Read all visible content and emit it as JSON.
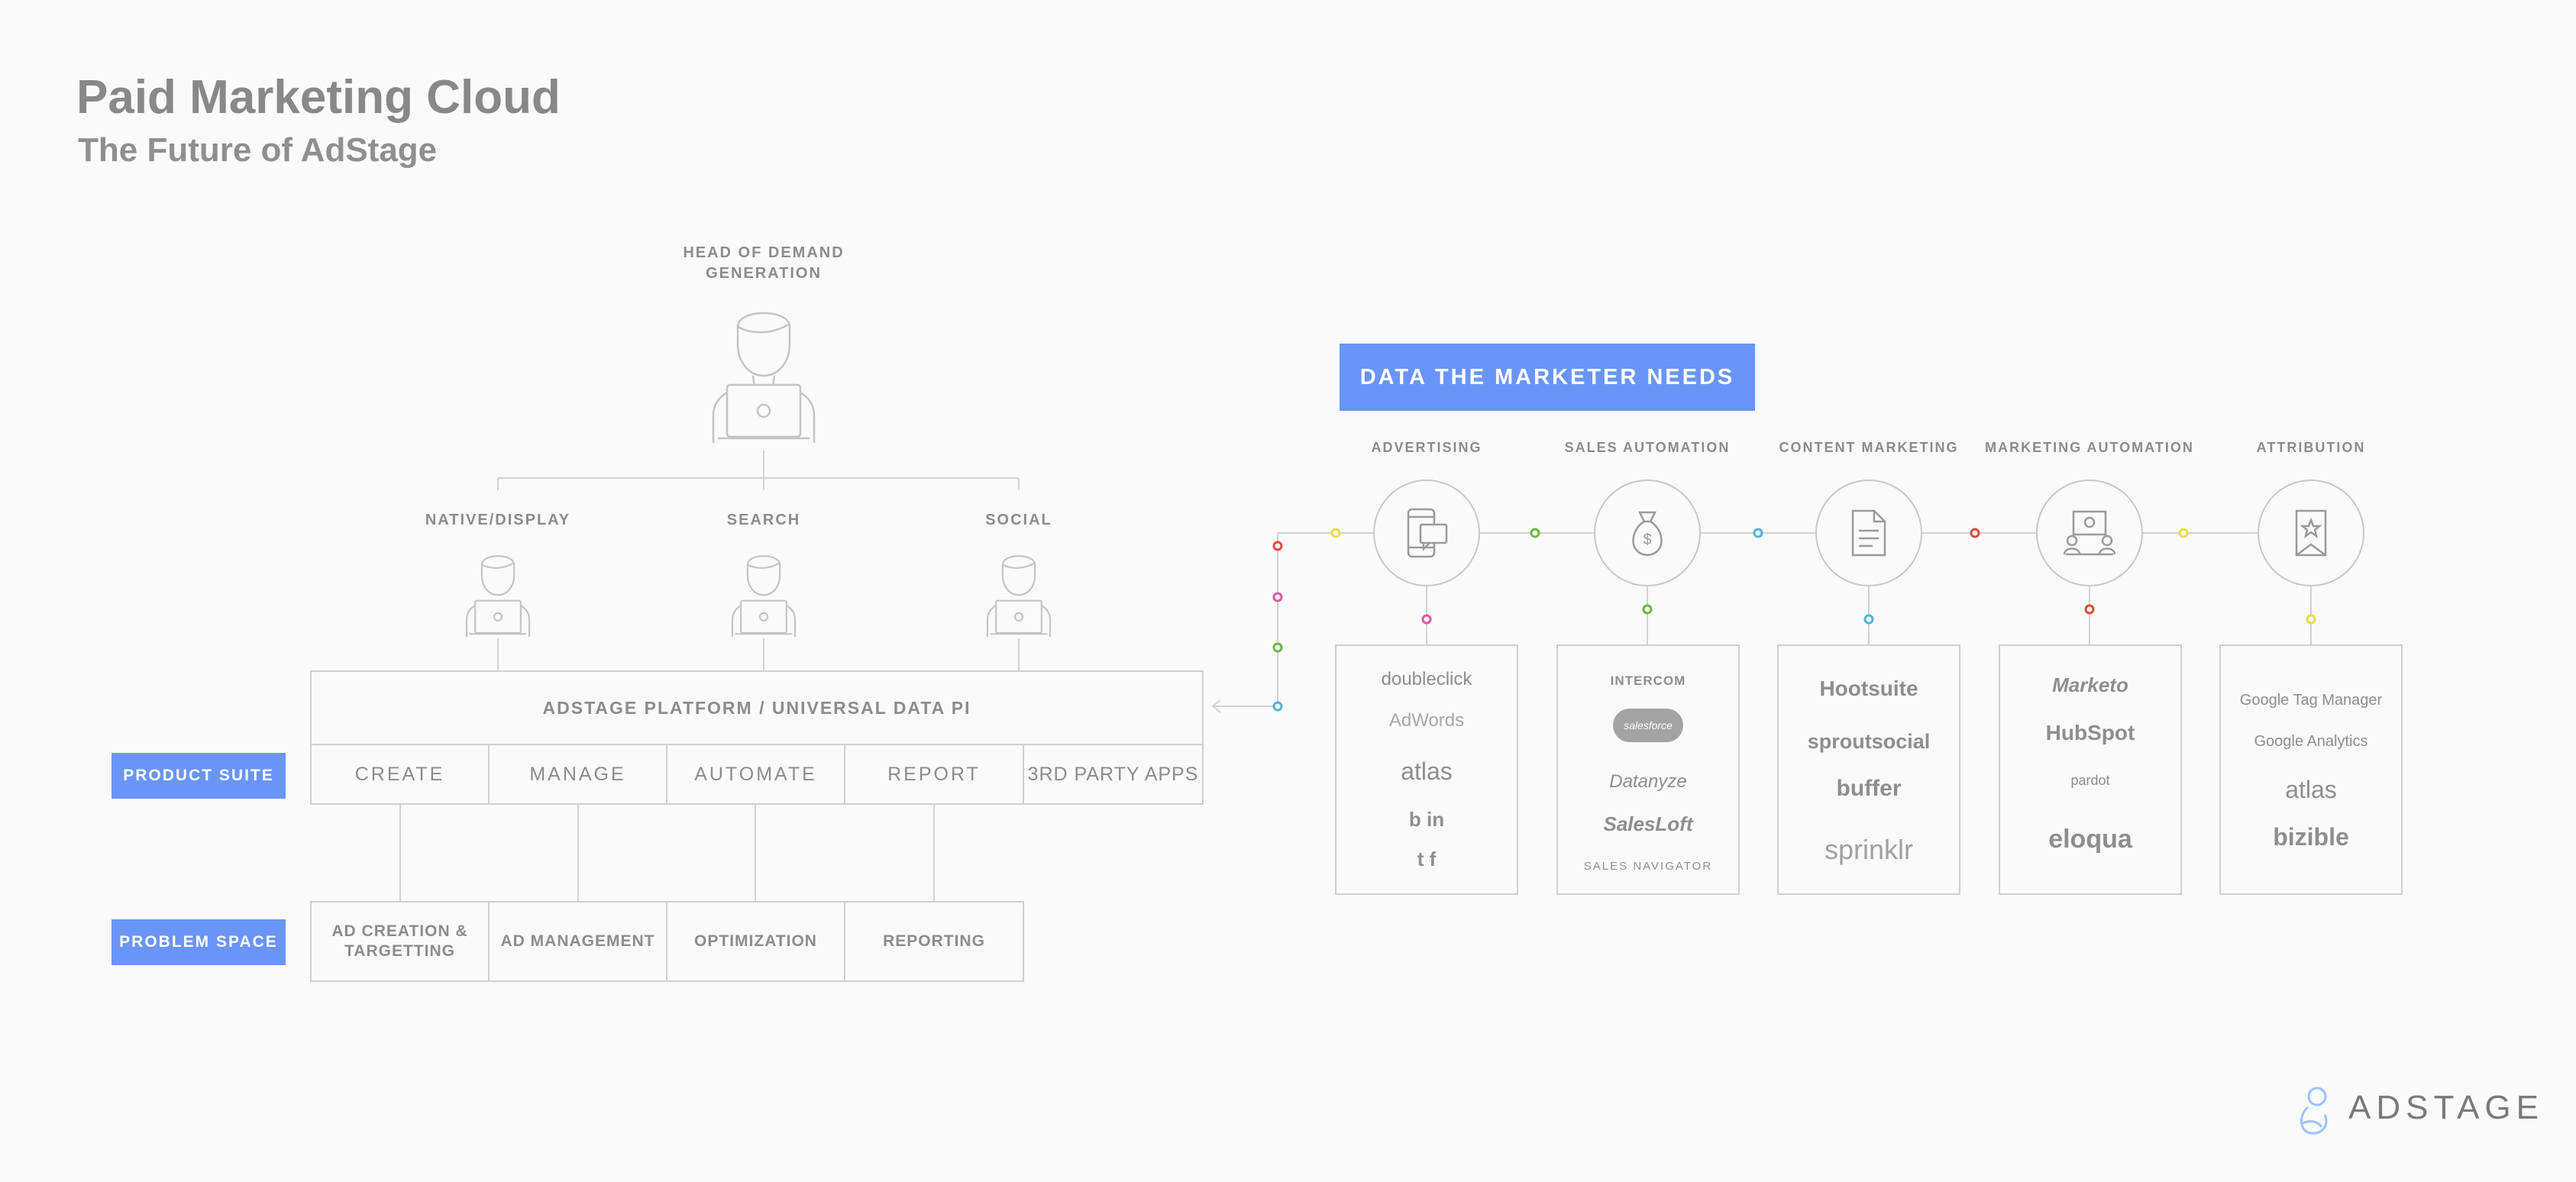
{
  "header": {
    "title": "Paid Marketing Cloud",
    "subtitle": "The Future of AdStage"
  },
  "roles": {
    "head": "HEAD OF DEMAND GENERATION",
    "native": "NATIVE/DISPLAY",
    "search": "SEARCH",
    "social": "SOCIAL"
  },
  "platform": {
    "label": "ADSTAGE PLATFORM / UNIVERSAL DATA PI"
  },
  "product_suite": {
    "tag": "PRODUCT SUITE",
    "items": [
      "CREATE",
      "MANAGE",
      "AUTOMATE",
      "REPORT",
      "3RD PARTY APPS"
    ]
  },
  "problem_space": {
    "tag": "PROBLEM SPACE",
    "items": [
      "AD CREATION & TARGETTING",
      "AD MANAGEMENT",
      "OPTIMIZATION",
      "REPORTING"
    ]
  },
  "data_banner": "DATA THE MARKETER NEEDS",
  "categories": [
    {
      "label": "ADVERTISING",
      "icon": "ad-phone-icon",
      "tools": [
        "doubleclick",
        "AdWords",
        "atlas",
        "b  in",
        "t  f"
      ]
    },
    {
      "label": "SALES AUTOMATION",
      "icon": "money-bag-icon",
      "tools": [
        "INTERCOM",
        "salesforce",
        "Datanyze",
        "SalesLoft",
        "SALES NAVIGATOR"
      ]
    },
    {
      "label": "CONTENT MARKETING",
      "icon": "document-icon",
      "tools": [
        "Hootsuite",
        "sproutsocial",
        "buffer",
        "sprinklr"
      ]
    },
    {
      "label": "MARKETING AUTOMATION",
      "icon": "presentation-icon",
      "tools": [
        "Marketo",
        "HubSpot",
        "pardot",
        "eloqua"
      ]
    },
    {
      "label": "ATTRIBUTION",
      "icon": "bookmark-star-icon",
      "tools": [
        "Google Tag Manager",
        "Google Analytics",
        "atlas",
        "bizible"
      ]
    }
  ],
  "brand": "ADSTAGE",
  "colors": {
    "accent": "#6a95f8",
    "line": "#cfcfcf",
    "dots": [
      "#e04a3a",
      "#d95aa6",
      "#6cb644",
      "#4fb4dd",
      "#e8de4b"
    ]
  }
}
